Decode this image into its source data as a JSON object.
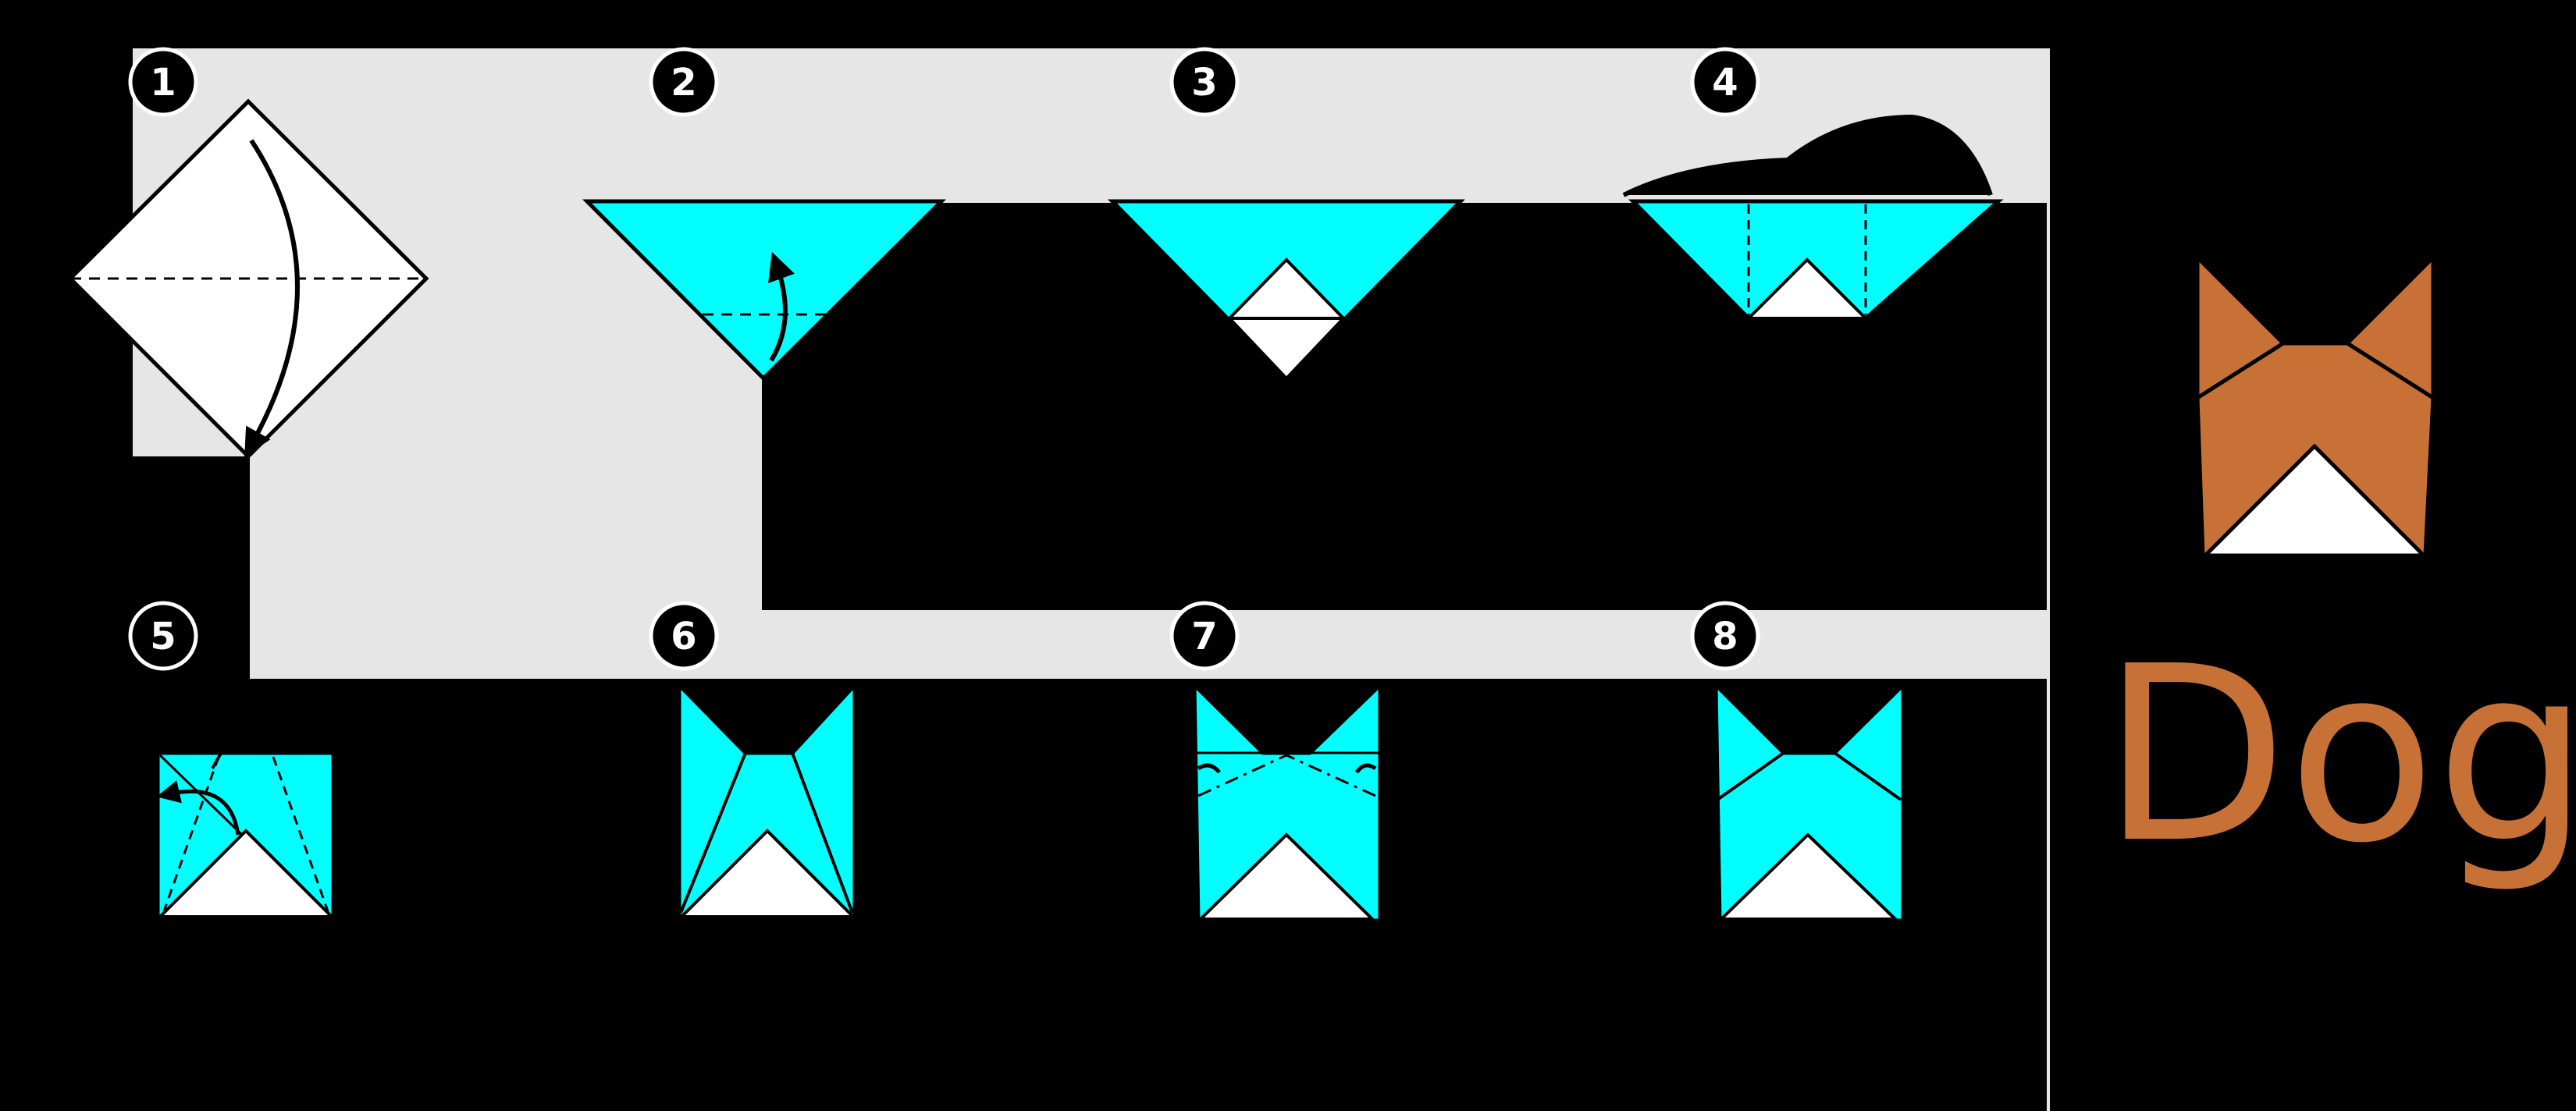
{
  "steps": [
    {
      "number": "1"
    },
    {
      "number": "2"
    },
    {
      "number": "3"
    },
    {
      "number": "4"
    },
    {
      "number": "5"
    },
    {
      "number": "6"
    },
    {
      "number": "7"
    },
    {
      "number": "8"
    }
  ],
  "result": {
    "title": "Dog"
  },
  "colors": {
    "background": "#000000",
    "panel": "#e6e6e6",
    "paper_front": "#00ffff",
    "paper_back": "#ffffff",
    "dog_brown": "#c87137",
    "outline": "#000000"
  }
}
